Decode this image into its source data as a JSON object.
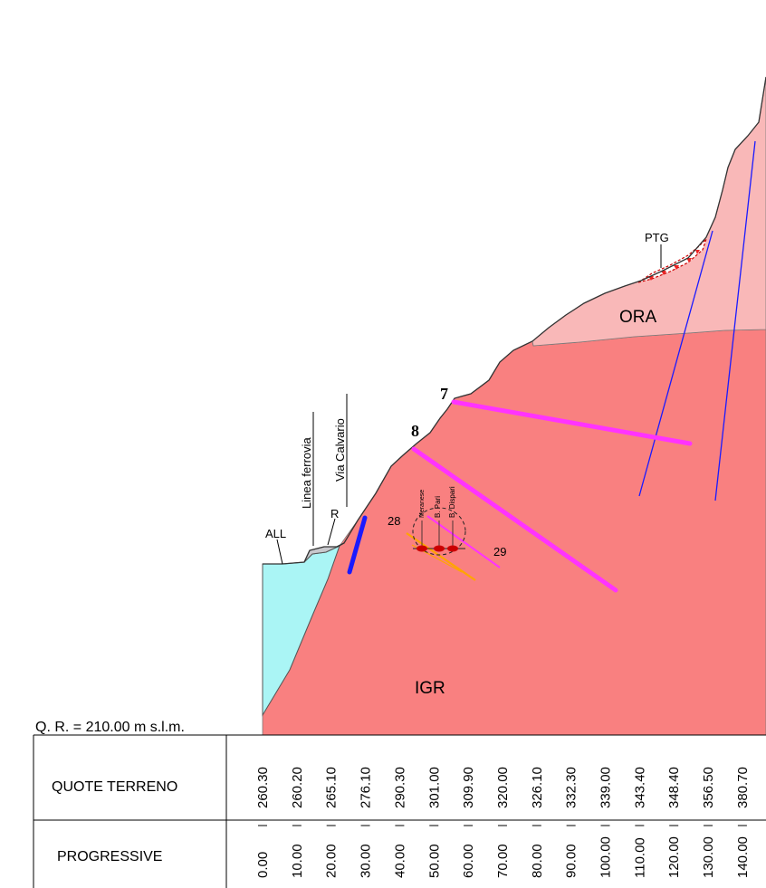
{
  "units": {
    "ora": "ORA",
    "igr": "IGR",
    "ptg": "PTG",
    "all": "ALL",
    "r": "R"
  },
  "annotations": {
    "linea_ferrovia": "Linea ferrovia",
    "via_calvario": "Via Calvario",
    "tunnel_meranese": "Meranese",
    "tunnel_b_pari": "B. Pari",
    "tunnel_b_dispari": "B. Dispari"
  },
  "markers": {
    "m7": "7",
    "m8": "8",
    "m28": "28",
    "m29": "29"
  },
  "datum": "Q. R. = 210.00 m s.l.m.",
  "table": {
    "quote_label": "QUOTE TERRENO",
    "progressive_label": "PROGRESSIVE",
    "quote": [
      "260.30",
      "260.20",
      "265.10",
      "276.10",
      "290.30",
      "301.00",
      "309.90",
      "320.00",
      "326.10",
      "332.30",
      "339.00",
      "343.40",
      "348.40",
      "356.50",
      "380.70"
    ],
    "progressive": [
      "0.00",
      "10.00",
      "20.00",
      "30.00",
      "40.00",
      "50.00",
      "60.00",
      "70.00",
      "80.00",
      "90.00",
      "100.00",
      "110.00",
      "120.00",
      "130.00",
      "140.00"
    ]
  },
  "colors": {
    "igr": "#f98080",
    "ora": "#f9b8b8",
    "all": "#aaf5f5",
    "magenta": "#ff33ff",
    "blue": "#1a1aff",
    "orange": "#ffa500"
  }
}
